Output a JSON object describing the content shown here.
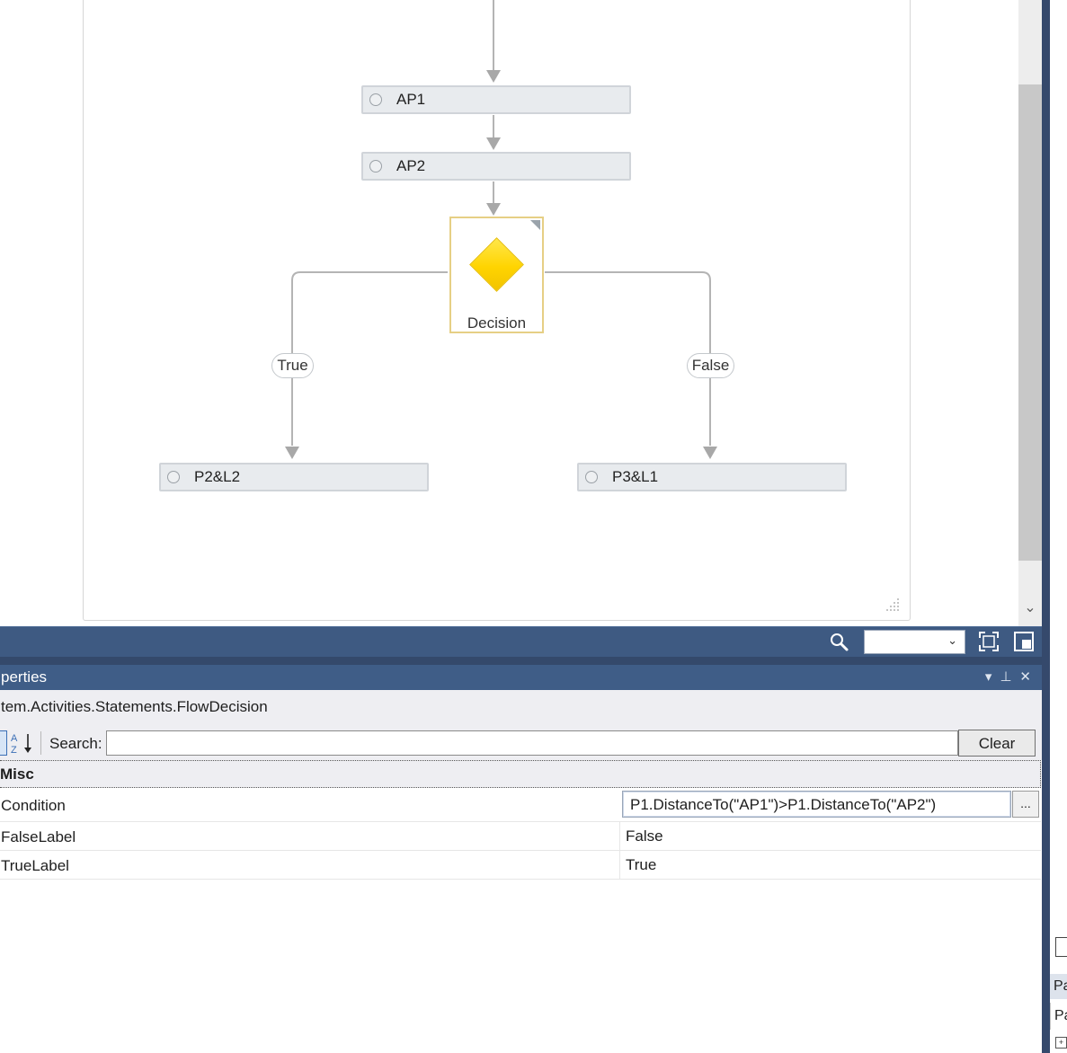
{
  "workflow": {
    "activities": [
      {
        "id": "ap1",
        "label": "AP1"
      },
      {
        "id": "ap2",
        "label": "AP2"
      },
      {
        "id": "p2l2",
        "label": "P2&L2"
      },
      {
        "id": "p3l1",
        "label": "P3&L1"
      }
    ],
    "decision": {
      "label": "Decision",
      "true_label": "True",
      "false_label": "False"
    }
  },
  "designer_toolbar": {
    "zoom_value": "",
    "icons": {
      "search": "magnifier-icon",
      "fit": "fit-to-screen-icon",
      "overview": "overview-map-icon",
      "dropdown": "chevron-down-icon"
    }
  },
  "properties": {
    "pane_title": "perties",
    "pane_controls": {
      "dropdown": "▾",
      "pin": "⊥",
      "close": "✕"
    },
    "object_type": "tem.Activities.Statements.FlowDecision",
    "search_label": "Search:",
    "search_value": "",
    "clear_label": "Clear",
    "category": "Misc",
    "rows": [
      {
        "name": "Condition",
        "value": "P1.DistanceTo(\"AP1\")>P1.DistanceTo(\"AP2\")",
        "ellipsis": "..."
      },
      {
        "name": "FalseLabel",
        "value": "False"
      },
      {
        "name": "TrueLabel",
        "value": "True"
      }
    ]
  },
  "right_panel": {
    "tab_text_1": "Pa",
    "tab_text_2": "Pa"
  },
  "colors": {
    "toolbar_bg": "#3e5a82",
    "title_bg": "#3f5d87",
    "decision_border": "#e6cf85",
    "decision_fill": "#ffd400",
    "activity_bg": "#e8ebee"
  }
}
